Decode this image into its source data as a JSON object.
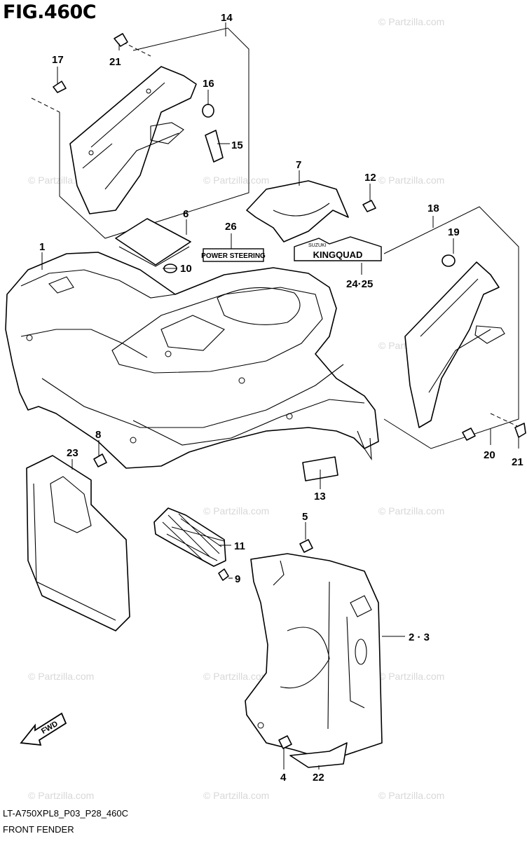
{
  "figure": {
    "title": "FIG.460C",
    "code": "LT-A750XPL8_P03_P28_460C",
    "description": "FRONT FENDER"
  },
  "watermark": {
    "text": "© Partzilla.com",
    "color": "#d8d8d8"
  },
  "decals": {
    "power_steering": "POWER STEERING",
    "brand_small": "SUZUKI",
    "kingquad": "KINGQUAD"
  },
  "callouts": [
    {
      "id": "c1",
      "label": "1"
    },
    {
      "id": "c23",
      "label": "2 · 3"
    },
    {
      "id": "c4",
      "label": "4"
    },
    {
      "id": "c5",
      "label": "5"
    },
    {
      "id": "c6",
      "label": "6"
    },
    {
      "id": "c7",
      "label": "7"
    },
    {
      "id": "c8",
      "label": "8"
    },
    {
      "id": "c9",
      "label": "9"
    },
    {
      "id": "c10",
      "label": "10"
    },
    {
      "id": "c11",
      "label": "11"
    },
    {
      "id": "c12",
      "label": "12"
    },
    {
      "id": "c13",
      "label": "13"
    },
    {
      "id": "c14",
      "label": "14"
    },
    {
      "id": "c15",
      "label": "15"
    },
    {
      "id": "c16",
      "label": "16"
    },
    {
      "id": "c17",
      "label": "17"
    },
    {
      "id": "c18",
      "label": "18"
    },
    {
      "id": "c19",
      "label": "19"
    },
    {
      "id": "c20",
      "label": "20"
    },
    {
      "id": "c21a",
      "label": "21"
    },
    {
      "id": "c21b",
      "label": "21"
    },
    {
      "id": "c22",
      "label": "22"
    },
    {
      "id": "c23b",
      "label": "23"
    },
    {
      "id": "c2425",
      "label": "24·25"
    },
    {
      "id": "c26",
      "label": "26"
    }
  ],
  "fwd_label": "FWD"
}
